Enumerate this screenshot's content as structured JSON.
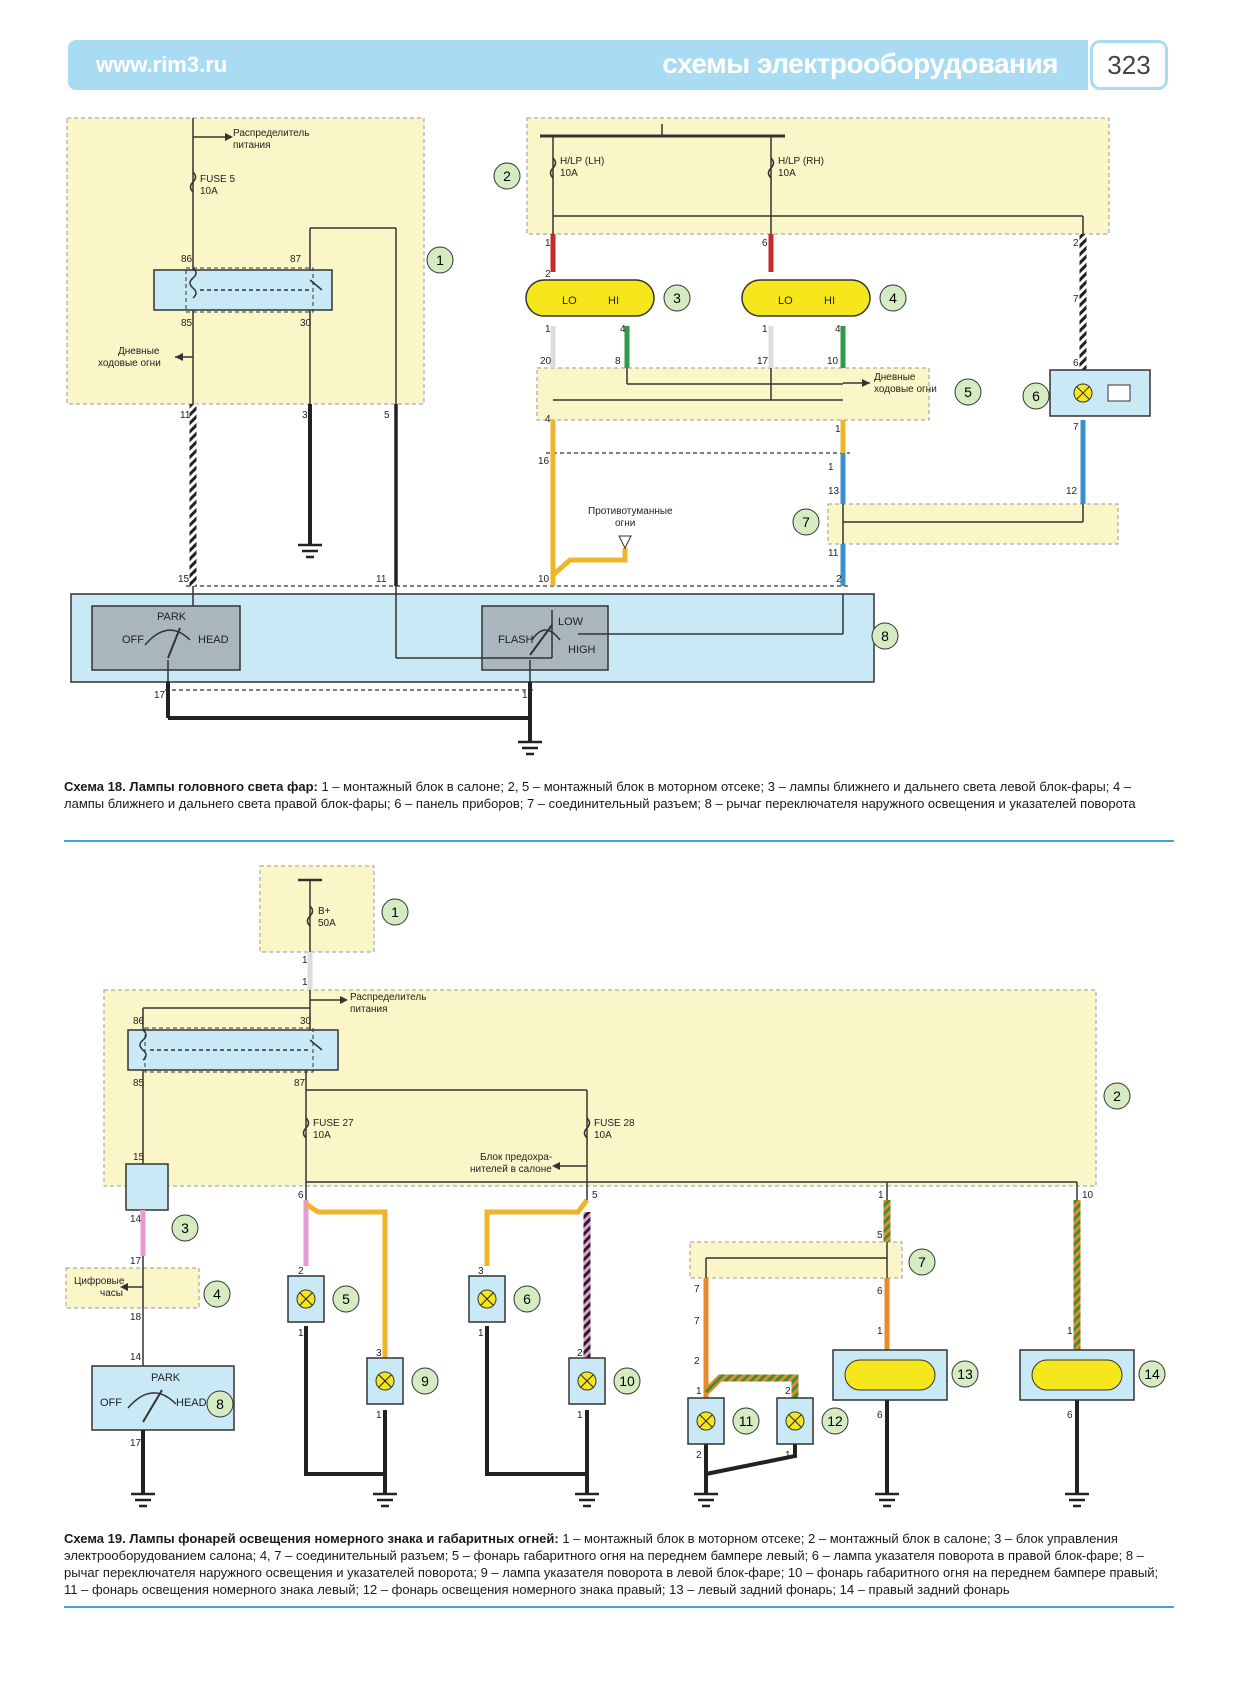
{
  "header": {
    "site": "www.rim3.ru",
    "title": "схемы электрооборудования",
    "page_number": "323"
  },
  "diagram18": {
    "callouts": [
      "1",
      "2",
      "3",
      "4",
      "5",
      "6",
      "7",
      "8"
    ],
    "fuse5": {
      "name": "FUSE 5",
      "rating": "10A"
    },
    "hlp_lh": {
      "name": "H/LP (LH)",
      "rating": "10A"
    },
    "hlp_rh": {
      "name": "H/LP (RH)",
      "rating": "10A"
    },
    "power_distributor": [
      "Распределитель",
      "питания"
    ],
    "drl": [
      "Дневные",
      "ходовые огни"
    ],
    "fog": [
      "Противотуманные",
      "огни"
    ],
    "lamp_lo": "LO",
    "lamp_hi": "HI",
    "switch_left": {
      "park": "PARK",
      "off": "OFF",
      "head": "HEAD"
    },
    "switch_right": {
      "flash": "FLASH",
      "low": "LOW",
      "high": "HIGH"
    },
    "pins": [
      "86",
      "87",
      "85",
      "30",
      "11",
      "3",
      "5",
      "1",
      "2",
      "4",
      "6",
      "20",
      "8",
      "17",
      "10",
      "16",
      "1",
      "7",
      "6",
      "7",
      "2",
      "13",
      "12",
      "11",
      "15",
      "11",
      "10",
      "2",
      "17",
      "1",
      "4",
      "1",
      "1",
      "4",
      "1"
    ]
  },
  "caption18": {
    "title": "Схема 18. Лампы головного света фар:",
    "text": "1 – монтажный блок в салоне; 2, 5 – монтажный блок в моторном отсеке; 3 – лампы ближнего и дальнего света левой блок-фары; 4 – лампы ближнего и дальнего света правой блок-фары; 6 – панель приборов; 7 – соединительный разъем; 8 – рычаг переключателя наружного освещения и указателей поворота"
  },
  "diagram19": {
    "callouts": [
      "1",
      "2",
      "3",
      "4",
      "5",
      "6",
      "7",
      "8",
      "9",
      "10",
      "11",
      "12",
      "13",
      "14"
    ],
    "fuse_b": {
      "name": "B+",
      "rating": "50A"
    },
    "fuse27": {
      "name": "FUSE 27",
      "rating": "10A"
    },
    "fuse28": {
      "name": "FUSE 28",
      "rating": "10A"
    },
    "power_distributor": [
      "Распределитель",
      "питания"
    ],
    "fuse_block": [
      "Блок предохра-",
      "нителей в салоне"
    ],
    "clock": [
      "Цифровые",
      "часы"
    ],
    "switch": {
      "park": "PARK",
      "off": "OFF",
      "head": "HEAD"
    },
    "pins": [
      "1",
      "1",
      "86",
      "30",
      "85",
      "87",
      "15",
      "14",
      "17",
      "18",
      "14",
      "17",
      "6",
      "5",
      "1",
      "10",
      "2",
      "1",
      "3",
      "1",
      "3",
      "1",
      "2",
      "1",
      "5",
      "6",
      "1",
      "7",
      "7",
      "2",
      "1",
      "2",
      "2",
      "1",
      "6",
      "1",
      "6"
    ]
  },
  "caption19": {
    "title": "Схема 19. Лампы фонарей освещения номерного знака и габаритных огней:",
    "text": "1 – монтажный блок в моторном отсеке; 2 – монтажный блок в салоне; 3 – блок управления электрооборудованием салона; 4, 7 – соединительный разъем; 5 – фонарь габаритного огня на переднем бампере левый; 6 – лампа указателя поворота в правой блок-фаре; 8 – рычаг переключателя наружного освещения и указателей поворота; 9 – лампа указателя поворота в левой блок-фаре; 10 – фонарь габаритного огня на переднем бампере правый; 11 – фонарь освещения номерного знака левый; 12 – фонарь освещения номерного знака правый; 13 – левый задний фонарь; 14 – правый задний фонарь"
  },
  "colors": {
    "header": "#a9dcf2",
    "block_fill": "#fbf6c8",
    "component_fill": "#c9e9f6",
    "lamp_yellow": "#f5e71c",
    "callout_fill": "#d5ecc3",
    "rule": "#3aa7d8"
  }
}
